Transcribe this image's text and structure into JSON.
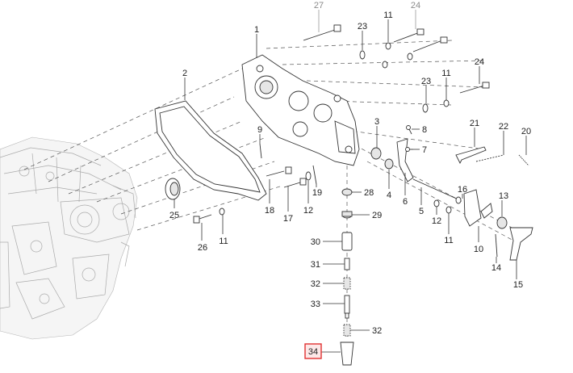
{
  "callouts": {
    "c1": "1",
    "c2": "2",
    "c3": "3",
    "c4": "4",
    "c5": "5",
    "c6": "6",
    "c7": "7",
    "c8": "8",
    "c9": "9",
    "c10": "10",
    "c11a": "11",
    "c11b": "11",
    "c11c": "11",
    "c11d": "11",
    "c12a": "12",
    "c12b": "12",
    "c13": "13",
    "c14": "14",
    "c15": "15",
    "c16": "16",
    "c17": "17",
    "c18": "18",
    "c19": "19",
    "c20": "20",
    "c21": "21",
    "c22": "22",
    "c23a": "23",
    "c23b": "23",
    "c24a": "24",
    "c24b": "24",
    "c25": "25",
    "c26": "26",
    "c27": "27",
    "c28": "28",
    "c29": "29",
    "c30": "30",
    "c31": "31",
    "c32a": "32",
    "c32b": "32",
    "c33": "33",
    "c34": "34"
  },
  "selected_part": "34",
  "colors": {
    "highlight_border": "#e03131",
    "highlight_fill": "#fde8e8",
    "faded_label": "#8a8a8a"
  }
}
